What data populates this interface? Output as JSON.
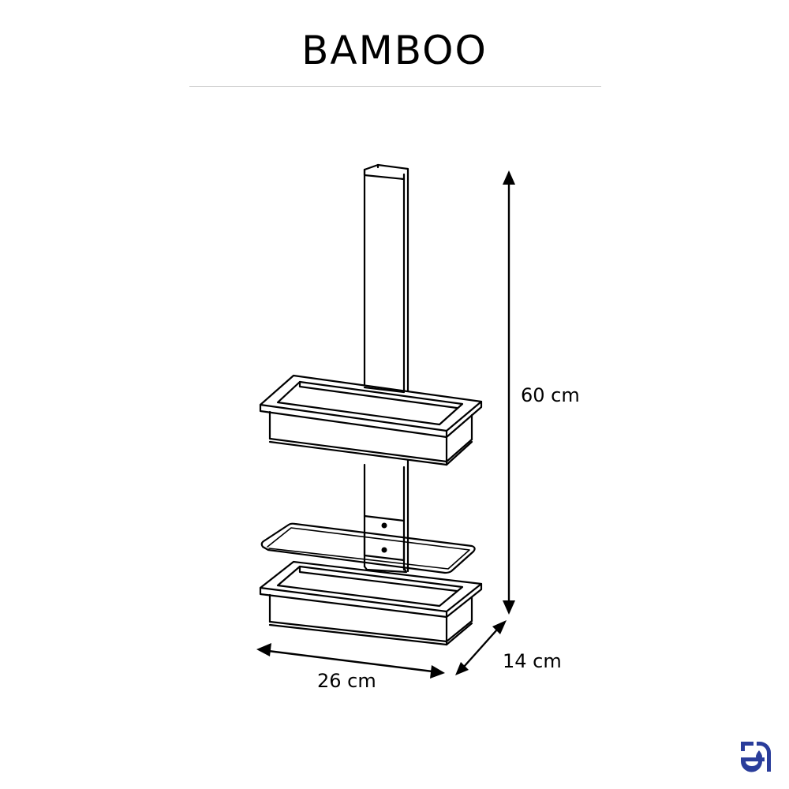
{
  "title": "BAMBOO",
  "diagram": {
    "subject": "shower caddy with two baskets on vertical pole",
    "dimensions": {
      "height": "60 cm",
      "depth": "14 cm",
      "width": "26 cm"
    },
    "line_color": "#000000",
    "rule_color": "#cfcfcf"
  },
  "brand": {
    "logo_icon": "brand-logo-icon",
    "logo_color": "#2a3d9b"
  }
}
